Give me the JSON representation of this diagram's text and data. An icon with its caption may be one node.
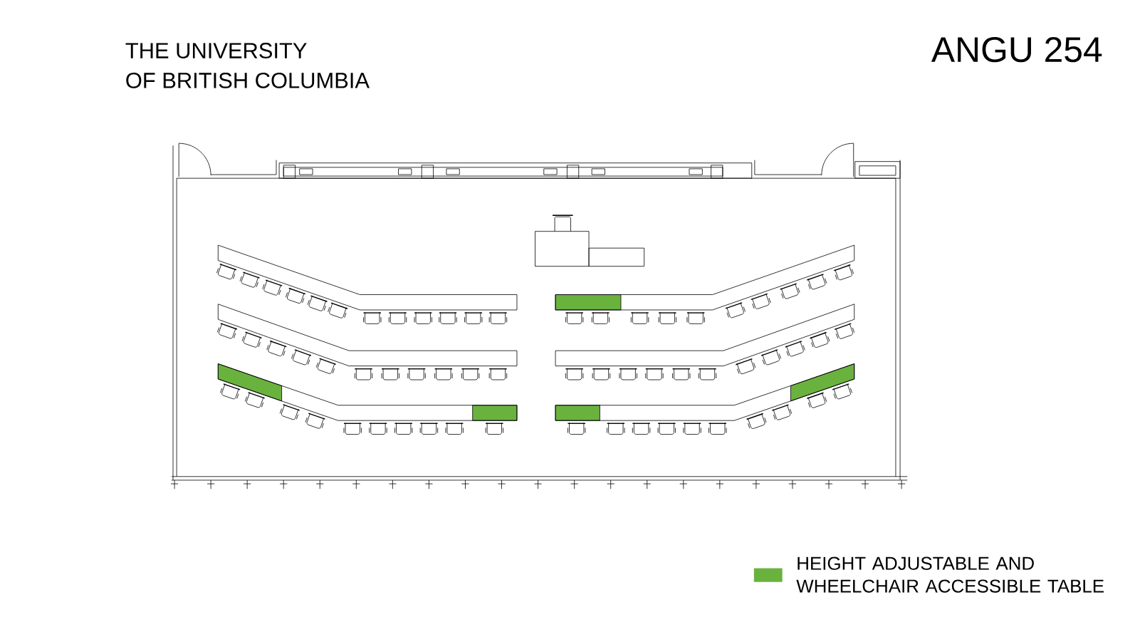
{
  "diagram": {
    "title": "ANGU 254",
    "labels": [
      "THE UNIVERSITY",
      "OF BRITISH COLUMBIA"
    ],
    "legend": [
      {
        "text": "HEIGHT ADJUSTABLE AND WHEELCHAIR ACCESSIBLE TABLE",
        "color": "#6ab23e"
      }
    ]
  }
}
